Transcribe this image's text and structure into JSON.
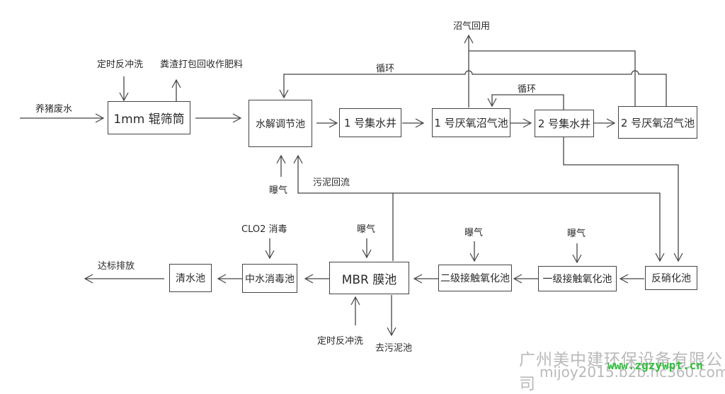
{
  "title": "养猪废水处理工艺流程图",
  "boxes": {
    "screen": "1mm 辊筛筒",
    "hydrolysis": "水解调节池",
    "well1": "1 号集水井",
    "anaerobic1": "1 号厌氧沼气池",
    "well2": "2 号集水井",
    "anaerobic2": "2 号厌氧沼气池",
    "denitrification": "反硝化池",
    "contact1": "一级接触氧化池",
    "contact2": "二级接触氧化池",
    "mbr": "MBR 膜池",
    "disinfection": "中水消毒池",
    "clear": "清水池"
  },
  "labels": {
    "influent": "养猪废水",
    "backwash_top": "定时反冲洗",
    "residue": "粪渣打包回收作肥料",
    "biogas_reuse": "沼气回用",
    "recycle_top": "循环",
    "recycle_mid": "循环",
    "aeration_hydrolysis": "曝气",
    "sludge_return": "污泥回流",
    "clo2": "CLO2 消毒",
    "aeration_mbr": "曝气",
    "aeration_contact2": "曝气",
    "aeration_contact1": "曝气",
    "discharge": "达标排放",
    "backwash_mbr": "定时反冲洗",
    "to_sludge": "去污泥池"
  },
  "watermark": {
    "company": "广州美中建环保设备有限公司",
    "url1": "mijoy2015.b2b.hc360.com",
    "url2": "www.zgzywpt.cn"
  }
}
